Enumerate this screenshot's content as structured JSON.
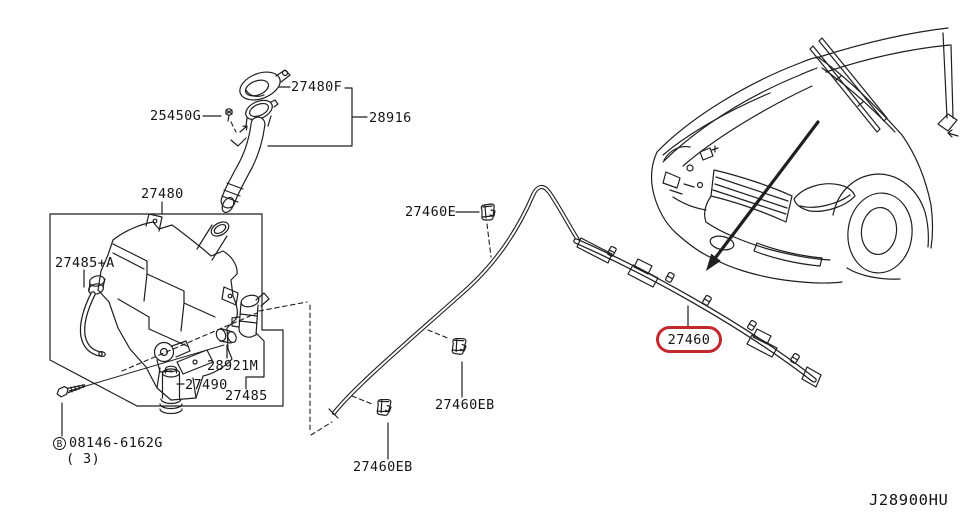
{
  "diagram": {
    "code": "J28900HU",
    "highlight_color": "#c2282e",
    "labels": {
      "cap": "27480F",
      "clamp_screw": "25450G",
      "inlet_assy": "28916",
      "tank_assy": "27480",
      "hose_a": "27485+A",
      "grommet": "28921M",
      "inlet": "27490",
      "pump": "27485",
      "bolt_prefix": "B",
      "bolt": "08146-6162G",
      "bolt_qty": "( 3)",
      "hose_clip_e": "27460E",
      "hose_clip_eb1": "27460EB",
      "hose_clip_eb2": "27460EB",
      "nozzle_tube": "27460"
    }
  }
}
